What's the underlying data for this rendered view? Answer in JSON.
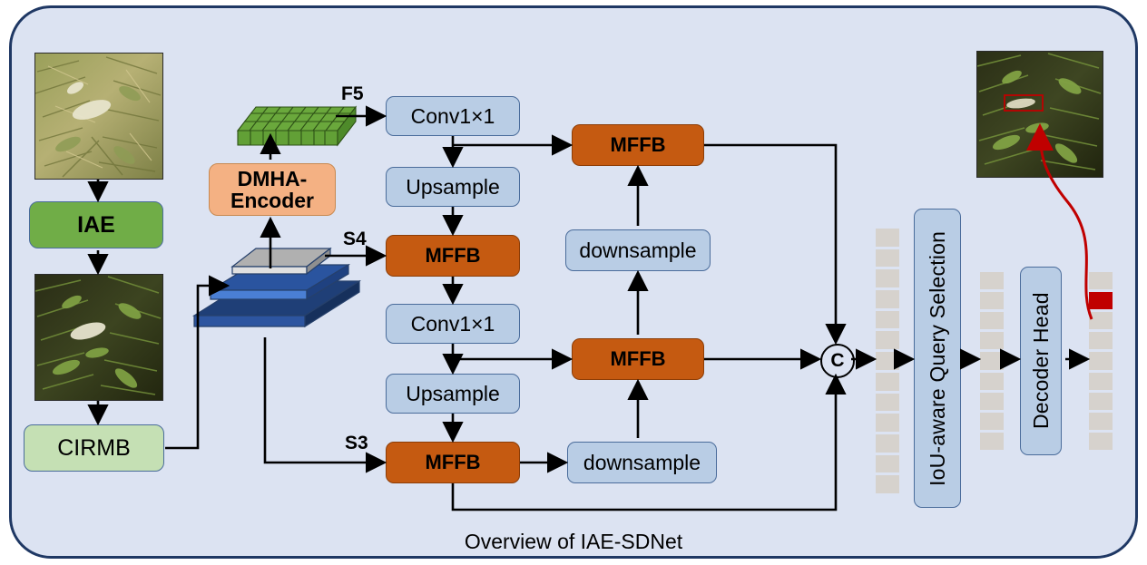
{
  "caption": "Overview of IAE-SDNet",
  "colors": {
    "panel_bg": "#dce3f2",
    "panel_border": "#1f3864",
    "blue_block": "#b9cde5",
    "orange_block": "#c55a11",
    "green_block": "#70ad47",
    "pale_green_block": "#c5e0b4",
    "peach_block": "#f4b183",
    "token": "#d6d2cd",
    "token_highlight": "#c00000",
    "annotation_arrow": "#c00000"
  },
  "left_branch": {
    "input_image_name": "input-wheat-image",
    "iae_label": "IAE",
    "enhanced_image_name": "enhanced-wheat-image",
    "cirmb_label": "CIRMB"
  },
  "backbone": {
    "feature_grid_name": "f5-feature-volume",
    "feature_grid_cols": 8,
    "feature_grid_rows": 4,
    "encoder_label_line1": "DMHA-",
    "encoder_label_line2": "Encoder",
    "pyramid_name": "feature-pyramid-stack",
    "flow_labels": {
      "f5": "F5",
      "s4": "S4",
      "s3": "S3"
    }
  },
  "neck": {
    "conv_top": "Conv1×1",
    "upsample_top": "Upsample",
    "mffb_s4": "MFFB",
    "conv_mid": "Conv1×1",
    "upsample_bottom": "Upsample",
    "mffb_s3": "MFFB",
    "downsample_bottom": "downsample",
    "mffb_mid_right": "MFFB",
    "downsample_top": "downsample",
    "mffb_top_right": "MFFB",
    "concat_label": "C"
  },
  "head": {
    "query_selection_label": "IoU-aware Query Selection",
    "decoder_label": "Decoder Head",
    "tokens_in": 13,
    "tokens_mid": 9,
    "tokens_out": 9,
    "highlight_index": 1,
    "output_image_name": "detection-result-image",
    "detection_box_label": "red-bounding-box"
  }
}
